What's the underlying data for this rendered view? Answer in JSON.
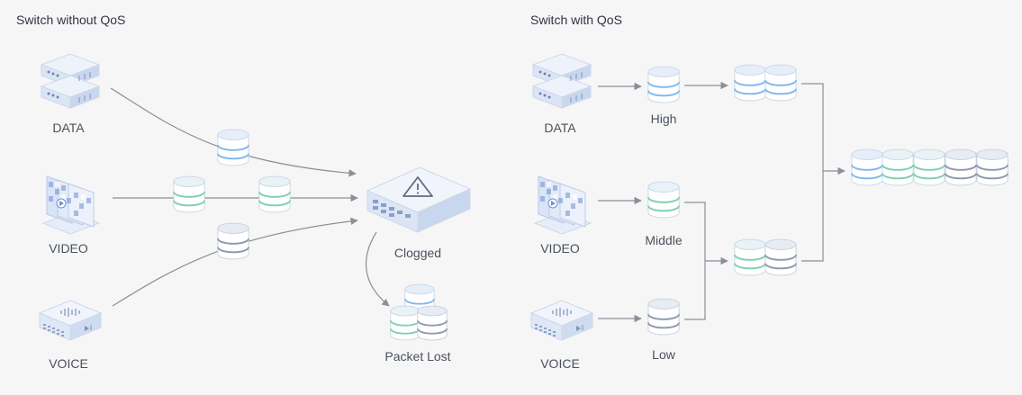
{
  "left_panel": {
    "title": "Switch without QoS",
    "sources": {
      "data": "DATA",
      "video": "VIDEO",
      "voice": "VOICE"
    },
    "switch_label": "Clogged",
    "loss_label": "Packet Lost"
  },
  "right_panel": {
    "title": "Switch with QoS",
    "sources": {
      "data": "DATA",
      "video": "VIDEO",
      "voice": "VOICE"
    },
    "priorities": {
      "high": "High",
      "middle": "Middle",
      "low": "Low"
    }
  },
  "colors": {
    "data": "#7fb8ee",
    "video": "#7fcfb0",
    "voice": "#8f98ad",
    "arrow": "#8a8f98",
    "background": "#f6f6f7"
  }
}
